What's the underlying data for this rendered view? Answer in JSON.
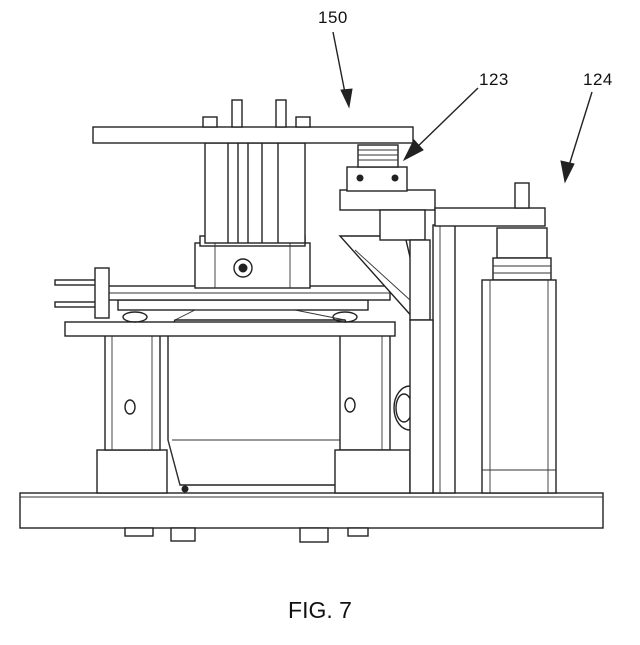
{
  "figure": {
    "caption": "FIG. 7",
    "reference_numerals": {
      "assembly": "150",
      "component": "123",
      "motor": "124"
    }
  }
}
